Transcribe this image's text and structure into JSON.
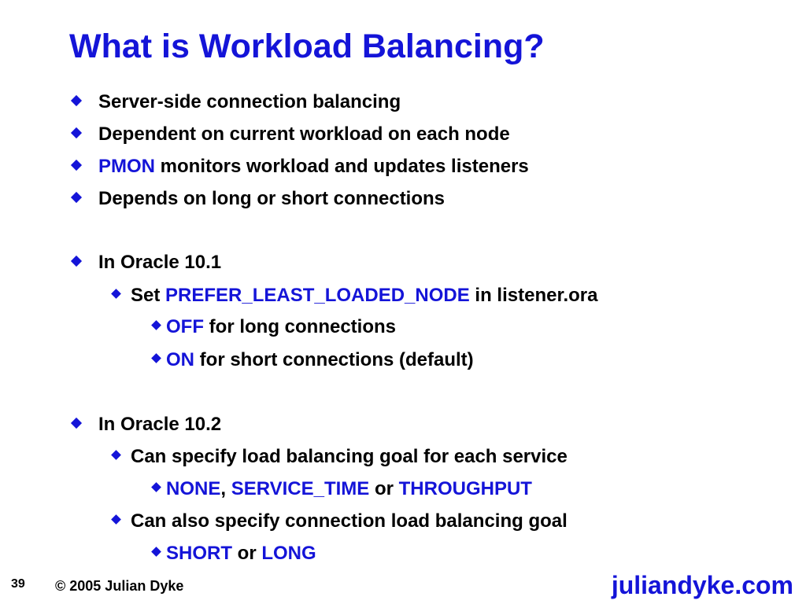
{
  "title": "What is Workload Balancing?",
  "bullets": {
    "b1": "Server-side connection balancing",
    "b2": "Dependent on current workload on each node",
    "b3_kw": "PMON",
    "b3_rest": " monitors workload and updates listeners",
    "b4": "Depends on long or short connections",
    "b5": "In Oracle 10.1",
    "b5a_pre": "Set ",
    "b5a_kw": "PREFER_LEAST_LOADED_NODE",
    "b5a_post": " in listener.ora",
    "b5a1_kw": "OFF",
    "b5a1_rest": " for long connections",
    "b5a2_kw": "ON",
    "b5a2_rest": " for short connections (default)",
    "b6": "In Oracle 10.2",
    "b6a": "Can specify load balancing goal for each service",
    "b6a1_kw1": "NONE",
    "b6a1_sep1": ", ",
    "b6a1_kw2": "SERVICE_TIME",
    "b6a1_sep2": " or ",
    "b6a1_kw3": "THROUGHPUT",
    "b6b": "Can also specify connection load balancing goal",
    "b6b1_kw1": "SHORT",
    "b6b1_sep": " or ",
    "b6b1_kw2": "LONG"
  },
  "footer": {
    "page_number": "39",
    "copyright": "© 2005 Julian Dyke",
    "brand": "juliandyke.com"
  },
  "colors": {
    "accent": "#1414d8",
    "text": "#000000",
    "background": "#ffffff"
  }
}
